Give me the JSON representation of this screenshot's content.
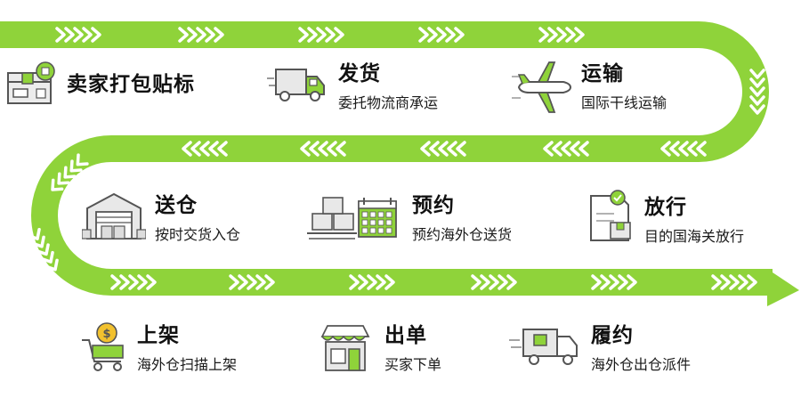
{
  "colors": {
    "road": "#8fd33a",
    "chevron": "#ffffff",
    "icon_stroke": "#555555",
    "icon_accent": "#8fd33a",
    "icon_fill": "#e8e8e8",
    "coin": "#f2c12e"
  },
  "steps": [
    {
      "title": "卖家打包贴标",
      "desc": "",
      "icon": "package-label-icon"
    },
    {
      "title": "发货",
      "desc": "委托物流商承运",
      "icon": "delivery-truck-icon"
    },
    {
      "title": "运输",
      "desc": "国际干线运输",
      "icon": "airplane-icon"
    },
    {
      "title": "送仓",
      "desc": "按时交货入仓",
      "icon": "warehouse-icon"
    },
    {
      "title": "预约",
      "desc": "预约海外仓送货",
      "icon": "calendar-boxes-icon"
    },
    {
      "title": "放行",
      "desc": "目的国海关放行",
      "icon": "customs-document-icon"
    },
    {
      "title": "上架",
      "desc": "海外仓扫描上架",
      "icon": "cart-coin-icon"
    },
    {
      "title": "出单",
      "desc": "买家下单",
      "icon": "shop-icon"
    },
    {
      "title": "履约",
      "desc": "海外仓出仓派件",
      "icon": "dispatch-truck-icon"
    }
  ]
}
